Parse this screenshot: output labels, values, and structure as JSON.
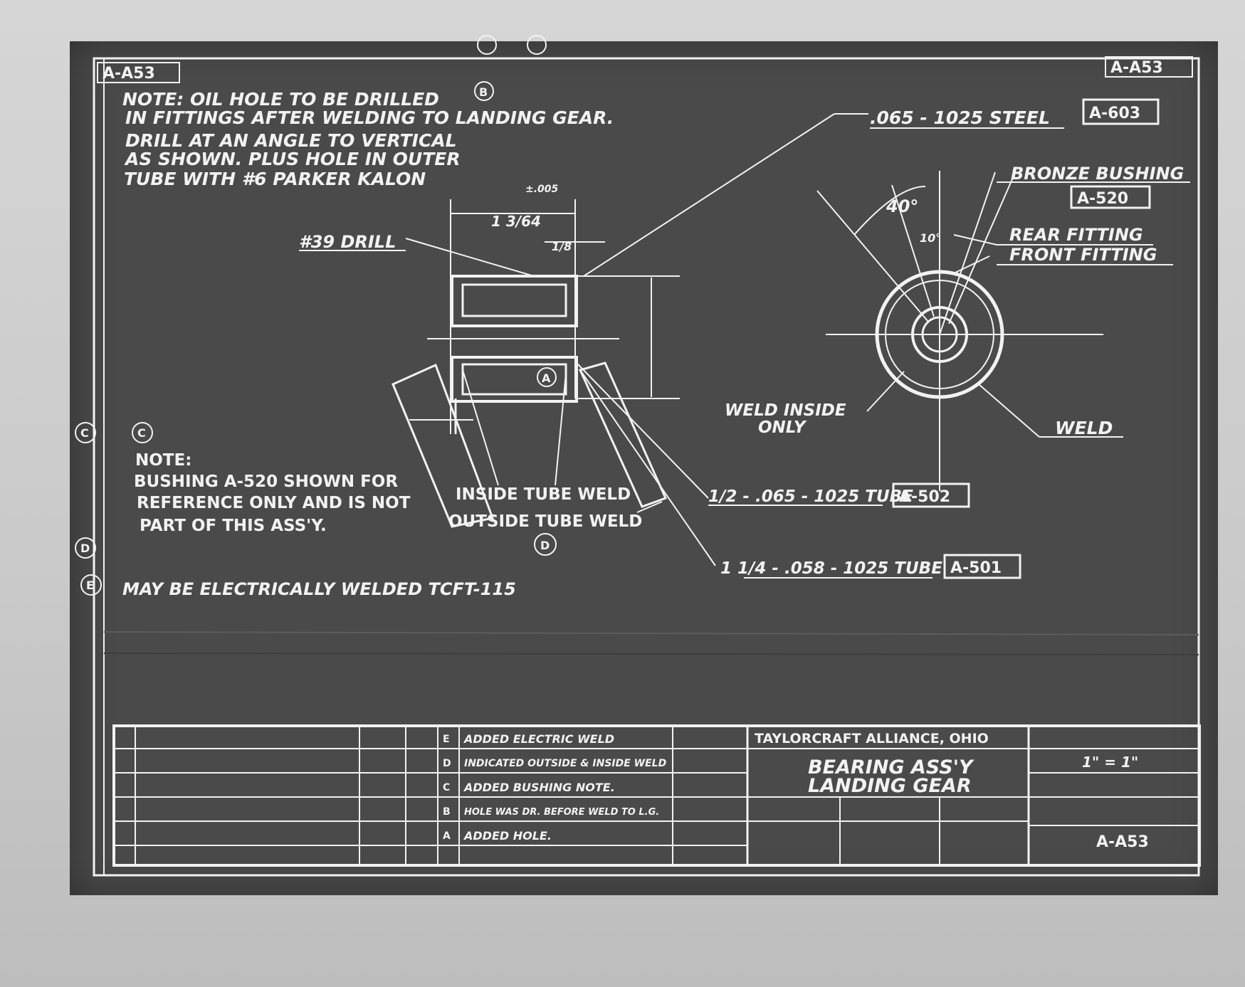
{
  "drawing": {
    "number_left": "A-A53",
    "number_right": "A-A53",
    "note_oil_hole": [
      "NOTE: OIL HOLE TO BE DRILLED",
      "IN FITTINGS AFTER WELDING TO LANDING GEAR.",
      "DRILL AT AN ANGLE TO VERTICAL",
      "AS SHOWN. PLUS HOLE IN OUTER",
      "TUBE WITH #6 PARKER KALON"
    ],
    "note_bushing": [
      "NOTE:",
      "BUSHING A-520 SHOWN FOR",
      "REFERENCE ONLY AND IS NOT",
      "PART OF THIS ASS'Y."
    ],
    "note_electric": "MAY BE ELECTRICALLY WELDED TCFT-115",
    "callouts": {
      "drill": "#39 DRILL",
      "tol": "±.005",
      "dim_top": "1 3/64",
      "dim_small": "1/8",
      "steel": ".065 - 1025 STEEL",
      "steel_ref": "A-603",
      "bronze": "BRONZE BUSHING",
      "bronze_ref": "A-520",
      "rear": "REAR FITTING",
      "front": "FRONT FITTING",
      "angle_40": "40°",
      "angle_10": "10°",
      "weld_inside_1": "WELD INSIDE",
      "weld_inside_2": "ONLY",
      "weld": "WELD",
      "inside_tube": "INSIDE TUBE WELD",
      "outside_tube": "OUTSIDE TUBE WELD",
      "tube1": "1/2 - .065 - 1025 TUBE",
      "tube1_ref": "A-502",
      "tube2": "1 1/4 - .058 - 1025 TUBE",
      "tube2_ref": "A-501"
    },
    "markers": [
      "A",
      "B",
      "C",
      "D",
      "E"
    ],
    "title_block": {
      "company": "TAYLORCRAFT   ALLIANCE, OHIO",
      "title_1": "BEARING ASS'Y",
      "title_2": "LANDING GEAR",
      "scale": "1\" = 1\"",
      "revisions": [
        {
          "letter": "E",
          "text": "ADDED ELECTRIC WELD"
        },
        {
          "letter": "D",
          "text": "INDICATED OUTSIDE & INSIDE WELD"
        },
        {
          "letter": "C",
          "text": "ADDED BUSHING NOTE."
        },
        {
          "letter": "B",
          "text": "HOLE WAS DR. BEFORE WELD TO L.G."
        },
        {
          "letter": "A",
          "text": "ADDED HOLE."
        }
      ]
    }
  }
}
